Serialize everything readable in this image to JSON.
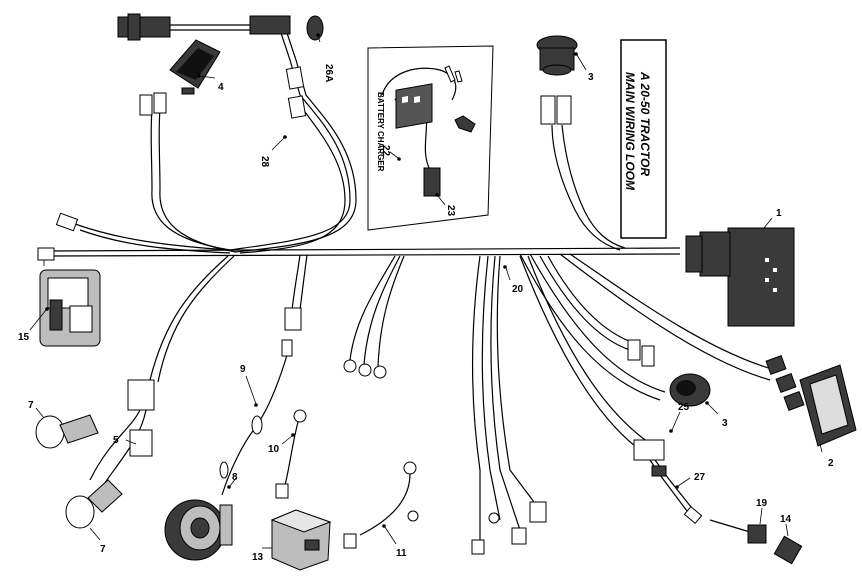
{
  "title": {
    "line1": "A 20-50 TRACTOR",
    "line2": "MAIN WIRING LOOM"
  },
  "inset": {
    "label": "BATTERY CHARGER"
  },
  "callouts": {
    "c1": "1",
    "c2": "2",
    "c3a": "3",
    "c3b": "3",
    "c4": "4",
    "c5": "5",
    "c7a": "7",
    "c7b": "7",
    "c8": "8",
    "c9": "9",
    "c10": "10",
    "c11": "11",
    "c13": "13",
    "c14": "14",
    "c15": "15",
    "c19": "19",
    "c20": "20",
    "c22": "22",
    "c23": "23",
    "c25": "25",
    "c26A": "26A",
    "c27": "27",
    "c28": "28"
  }
}
